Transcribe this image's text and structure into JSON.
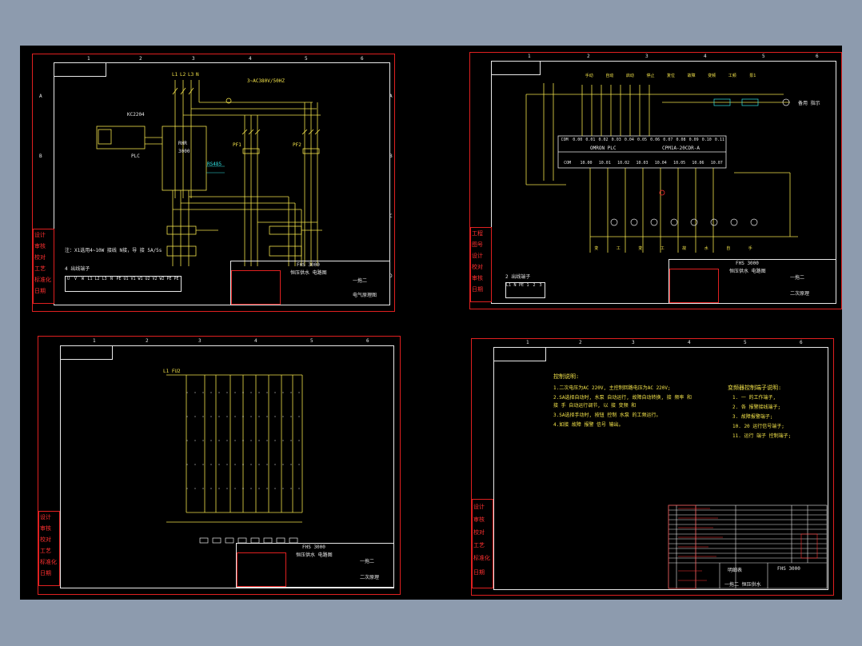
{
  "colors": {
    "background": "#8d9bae",
    "canvas": "#000000",
    "sheet_border": "#e02020",
    "wire": "#f2e24a",
    "frame": "#e8e8e8",
    "cyan": "#30e0e0"
  },
  "zones": [
    "1",
    "2",
    "3",
    "4",
    "5",
    "6"
  ],
  "zone_rows": [
    "A",
    "B",
    "C",
    "D"
  ],
  "sheet1": {
    "supply": "3~AC380V/50HZ",
    "lines": [
      "L1",
      "L2",
      "L3",
      "N"
    ],
    "plc": "PLC",
    "kc": "KC2204",
    "drive_label": "RHR",
    "drive_model": "3000",
    "drive_rs": "RS485",
    "note": "注：X1选用4~10W 接线 N接，导 接 5A/5s",
    "pf": [
      "PF1",
      "PF2"
    ],
    "terminal_title": "4 出线端子",
    "terminal_cells": [
      "U",
      "V",
      "W",
      "L1",
      "L2",
      "L3",
      "N",
      "PE",
      "U1",
      "V1",
      "W1",
      "U2",
      "V2",
      "W2",
      "PE",
      "PE"
    ],
    "title": {
      "model": "FHS 3000",
      "name": "恒压供水 电路图",
      "drawing": "一拖二",
      "type": "电气原理图"
    }
  },
  "sheet2": {
    "plc": "OMRON  PLC",
    "plc_model": "CPM1A-20CDR-A",
    "inputs": [
      "COM",
      "0.00",
      "0.01",
      "0.02",
      "0.03",
      "0.04",
      "0.05",
      "0.06",
      "0.07",
      "0.08",
      "0.09",
      "0.10",
      "0.11"
    ],
    "outputs": [
      "COM",
      "10.00",
      "10.01",
      "10.02",
      "10.03",
      "10.04",
      "10.05",
      "10.06",
      "10.07"
    ],
    "top_labels": [
      "手动",
      "自动",
      "启动",
      "停止",
      "复位",
      "故障",
      "变频",
      "工频",
      "泵1"
    ],
    "bottom_labels": [
      "变",
      "工",
      "变",
      "工",
      "故",
      "水",
      "自",
      "手"
    ],
    "pump_label": "备用 指示",
    "terminal_title": "2 出线端子",
    "terminal_cells": [
      "L1",
      "N",
      "PE",
      "1",
      "2",
      "3"
    ],
    "title": {
      "model": "FHS 3000",
      "name": "恒压供水 电路图",
      "drawing": "一拖二",
      "type": "二次原理"
    }
  },
  "sheet3": {
    "title_lines": "L1  FU2",
    "title": {
      "model": "FHS 3000",
      "name": "恒压供水 电路图",
      "drawing": "一拖二",
      "type": "二次原理"
    }
  },
  "sheet4": {
    "heading": "控制说明:",
    "notes": [
      "1.二次电压为AC 220V, 主控制回路电压为AC 220V;",
      "2.SA选择自动时, 水泵 自动运行, 故障自动转换, 接 频率 和",
      "  接 手 自动运行调节, 以 接 变频 和",
      "3.SA选择手动时, 按钮 控制 水泵 的工频运行。",
      "4.如接 故障 报警 信号 输出。"
    ],
    "right_heading": "变频器控制端子说明:",
    "right_notes": [
      "1. 一 的工作端子,",
      "2. 各 报警接线端子;",
      "3. 故障报警端子;",
      "10. 20 运行信号端子;",
      "11. 运行 端子 控制端子;"
    ],
    "table_header": "明细表",
    "title": {
      "model": "FHS 3000",
      "drawing": "一拖二 恒压供水"
    }
  },
  "side_labels": [
    "设计",
    "审核",
    "校对",
    "工艺",
    "标准化",
    "日期"
  ],
  "side_labels_short": [
    "工程",
    "图号",
    "设计",
    "校对",
    "审核",
    "日期"
  ]
}
